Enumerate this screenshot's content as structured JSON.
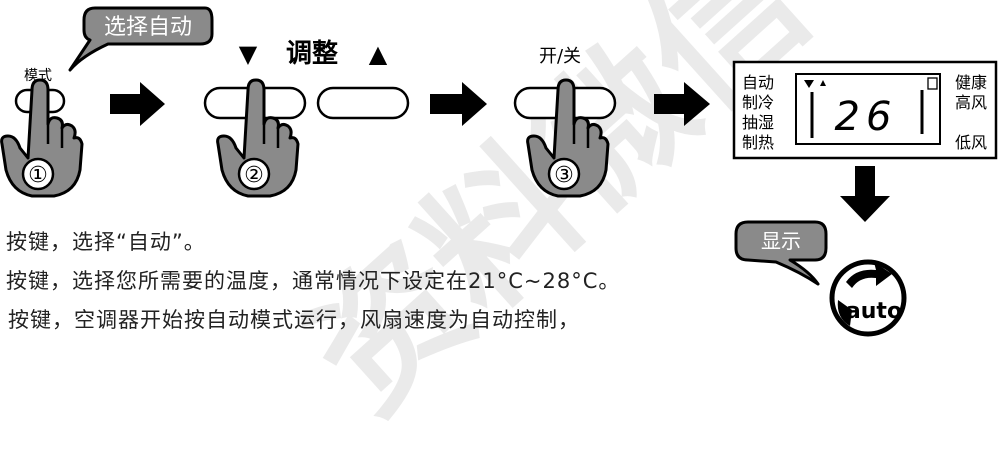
{
  "steps": [
    {
      "number": "①",
      "button_label": "模式",
      "callout": "选择自动"
    },
    {
      "number": "②",
      "button_label": "调整",
      "down_arrow": "▼",
      "up_arrow": "▲"
    },
    {
      "number": "③",
      "button_label": "开/关"
    }
  ],
  "display": {
    "modes_left": [
      "自动",
      "制冷",
      "抽湿",
      "制热"
    ],
    "modes_right_top": [
      "健康",
      "高风"
    ],
    "modes_right_bottom": "低风",
    "temperature": "26",
    "callout": "显示",
    "auto_label": "auto"
  },
  "instructions": [
    "按键，选择“自动”。",
    "按键，选择您所需要的温度，通常情况下设定在21°C~28°C。",
    "按键，空调器开始按自动模式运行，风扇速度为自动控制，"
  ],
  "watermark": "资料微信"
}
